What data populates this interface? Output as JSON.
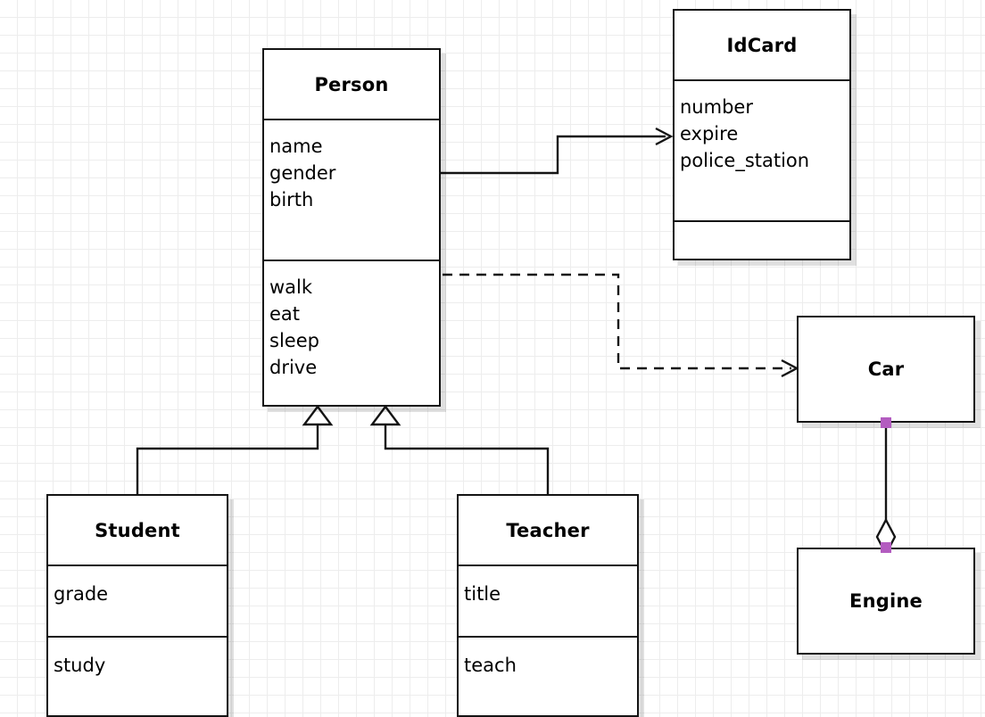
{
  "diagram": {
    "type": "uml-class-diagram",
    "background": "#ffffff",
    "grid_color": "#ededed",
    "line_color": "#141414",
    "handle_color": "#b35cc0",
    "classes": [
      {
        "id": "person",
        "name": "Person",
        "attributes": [
          "name",
          "gender",
          "birth"
        ],
        "methods": [
          "walk",
          "eat",
          "sleep",
          "drive"
        ]
      },
      {
        "id": "idcard",
        "name": "IdCard",
        "attributes": [
          "number",
          "expire",
          "police_station"
        ],
        "methods": []
      },
      {
        "id": "car",
        "name": "Car",
        "attributes": [],
        "methods": []
      },
      {
        "id": "engine",
        "name": "Engine",
        "attributes": [],
        "methods": []
      },
      {
        "id": "student",
        "name": "Student",
        "attributes": [
          "grade"
        ],
        "methods": [
          "study"
        ]
      },
      {
        "id": "teacher",
        "name": "Teacher",
        "attributes": [
          "title"
        ],
        "methods": [
          "teach"
        ]
      }
    ],
    "relationships": [
      {
        "id": "person-idcard",
        "kind": "association",
        "style": "solid",
        "from": "person",
        "to": "idcard",
        "arrowhead": "open"
      },
      {
        "id": "person-car",
        "kind": "dependency",
        "style": "dashed",
        "from": "person",
        "to": "car",
        "arrowhead": "open"
      },
      {
        "id": "student-person",
        "kind": "generalization",
        "style": "solid",
        "from": "student",
        "to": "person",
        "arrowhead": "hollow-triangle"
      },
      {
        "id": "teacher-person",
        "kind": "generalization",
        "style": "solid",
        "from": "teacher",
        "to": "person",
        "arrowhead": "hollow-triangle"
      },
      {
        "id": "car-engine",
        "kind": "aggregation",
        "style": "solid",
        "from": "car",
        "to": "engine",
        "arrowhead": "hollow-diamond"
      }
    ]
  }
}
